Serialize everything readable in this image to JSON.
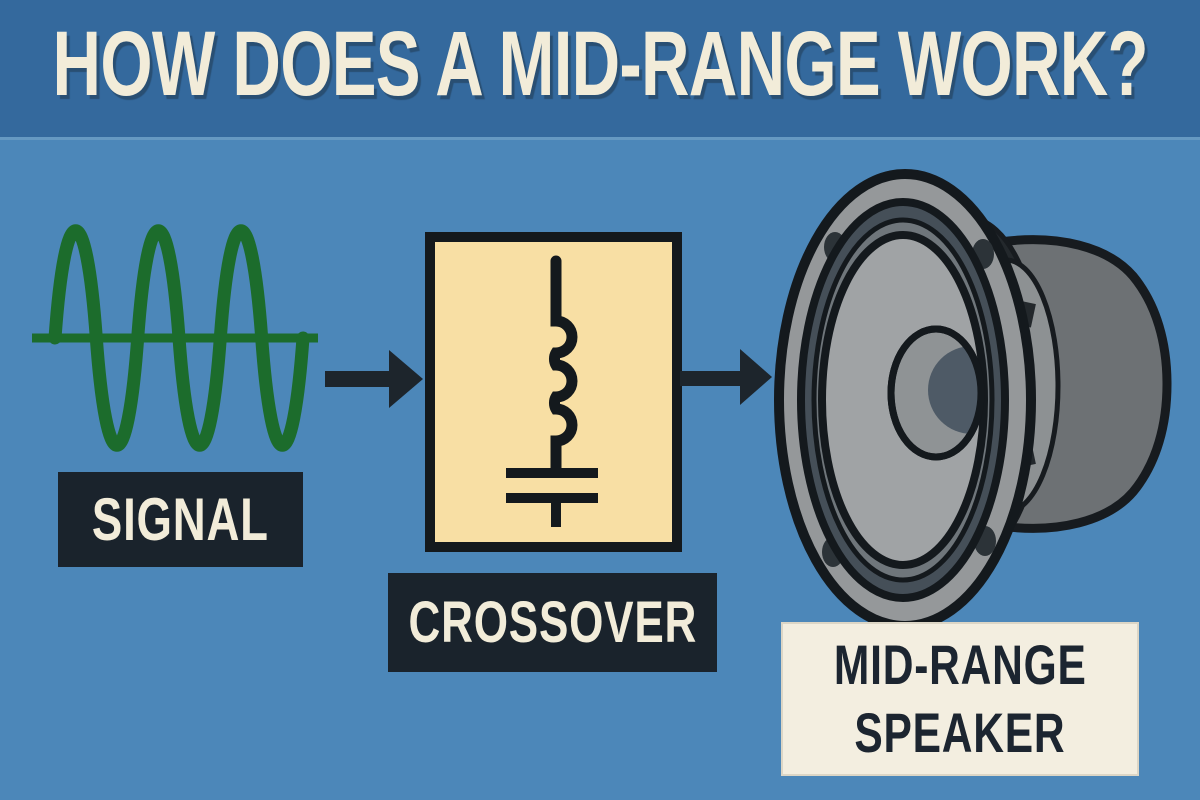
{
  "title": "HOW DOES A MID-RANGE WORK?",
  "flow": {
    "signal": {
      "label": "SIGNAL",
      "icon": "sine-wave-icon"
    },
    "arrow1": {
      "icon": "arrow-right-icon"
    },
    "crossover": {
      "label": "CROSSOVER",
      "icon": "inductor-capacitor-circuit-icon"
    },
    "arrow2": {
      "icon": "arrow-right-icon"
    },
    "speaker": {
      "label_line1": "MID-RANGE",
      "label_line2": "SPEAKER",
      "icon": "midrange-speaker-icon"
    }
  },
  "colors": {
    "background": "#4c87b9",
    "header_band": "#34699d",
    "title_text": "#f2ecd9",
    "label_dark_bg": "#1a232c",
    "label_dark_text": "#f2ecd9",
    "label_light_bg": "#f3eee0",
    "label_light_text": "#1c2530",
    "crossover_fill": "#f8dfa4",
    "outline_black": "#14191d",
    "wave_green": "#1c6c2c",
    "arrow_dark": "#1d252c",
    "speaker_frame_gray": "#95989a",
    "speaker_ring_dark": "#454f58",
    "speaker_cone_gray": "#a0a3a5",
    "speaker_magnet_gray": "#6d7174"
  }
}
